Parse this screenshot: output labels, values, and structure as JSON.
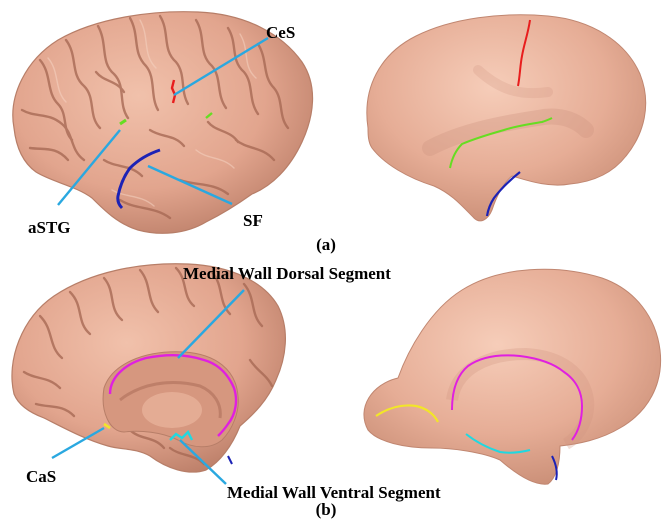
{
  "figure": {
    "panel_a": {
      "caption": "(a)",
      "labels": {
        "ces": "CeS",
        "astg": "aSTG",
        "sf": "SF"
      }
    },
    "panel_b": {
      "caption": "(b)",
      "labels": {
        "mwds": "Medial Wall Dorsal Segment",
        "cas": "CaS",
        "mwvs": "Medial Wall Ventral Segment"
      }
    }
  },
  "colors": {
    "brain_fill": "#e2a58e",
    "brain_edge": "#b77e68",
    "sulcus_shadow": "#a86a55",
    "pointer": "#2aa8e0",
    "ces": "#e81d1d",
    "astg": "#66dd22",
    "sf": "#1c22b5",
    "medial_wall_dorsal": "#e020e0",
    "medial_wall_ventral": "#20d8e0",
    "cas": "#f2e628"
  }
}
